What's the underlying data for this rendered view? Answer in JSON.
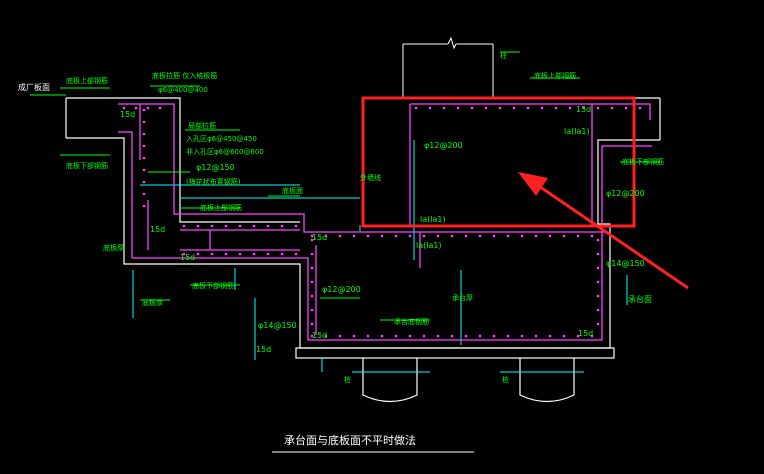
{
  "drawing": {
    "title": "承台面与底板面不平时做法",
    "colors": {
      "background": "#000000",
      "concrete_outline": "#ffffff",
      "rebar": "#ff40ff",
      "dimension": "#00ffff",
      "annotation": "#00ff00",
      "title_text": "#ffffff",
      "highlight": "#ff2020"
    },
    "labels": {
      "top_rebar_left": "底板上部钢筋",
      "top_rebar_right": "底板上部钢筋",
      "bottom_rebar_left": "底板下部钢筋",
      "bottom_rebar_right": "底板下部钢筋",
      "bottom_rebar_mid": "底板下部钢筋",
      "top_rebar_mid": "底板上部钢筋",
      "floor_thickness": "底板厚",
      "board_thickness": "底板厚",
      "cap_top": "承台面",
      "cap_thickness": "承台厚",
      "pile_left": "桩",
      "pile_right": "桩",
      "col": "柱",
      "cap_bottom_rebar": "承台底钢筋",
      "distribution": "底板拉筋 仅入格板筋",
      "dist_spec": "φ6@400@400",
      "stirrup_title": "局部拉筋",
      "stirrup_1": "入孔区φ6@450@450",
      "stirrup_2": "非入孔区φ6@600@600",
      "stirrup_note": "(梅花状布置钢筋)",
      "phi12_150": "φ12@150",
      "phi12_200_a": "φ12@200",
      "phi12_200_b": "φ12@200",
      "phi12_200_c": "φ12@200",
      "phi14_150_a": "φ14@150",
      "phi14_150_b": "φ14@150",
      "d15_1": "15d",
      "d15_2": "15d",
      "d15_3": "15d",
      "d15_4": "15d",
      "d15_5": "15d",
      "d15_6": "15d",
      "d15_7": "15d",
      "d15_8": "15d",
      "la_1": "la(la1)",
      "la_2": "la(la1)",
      "la_3": "la(la1)",
      "wall_note": "外墙线",
      "level_line": "底板面",
      "offset_note": "成厂板面"
    }
  }
}
